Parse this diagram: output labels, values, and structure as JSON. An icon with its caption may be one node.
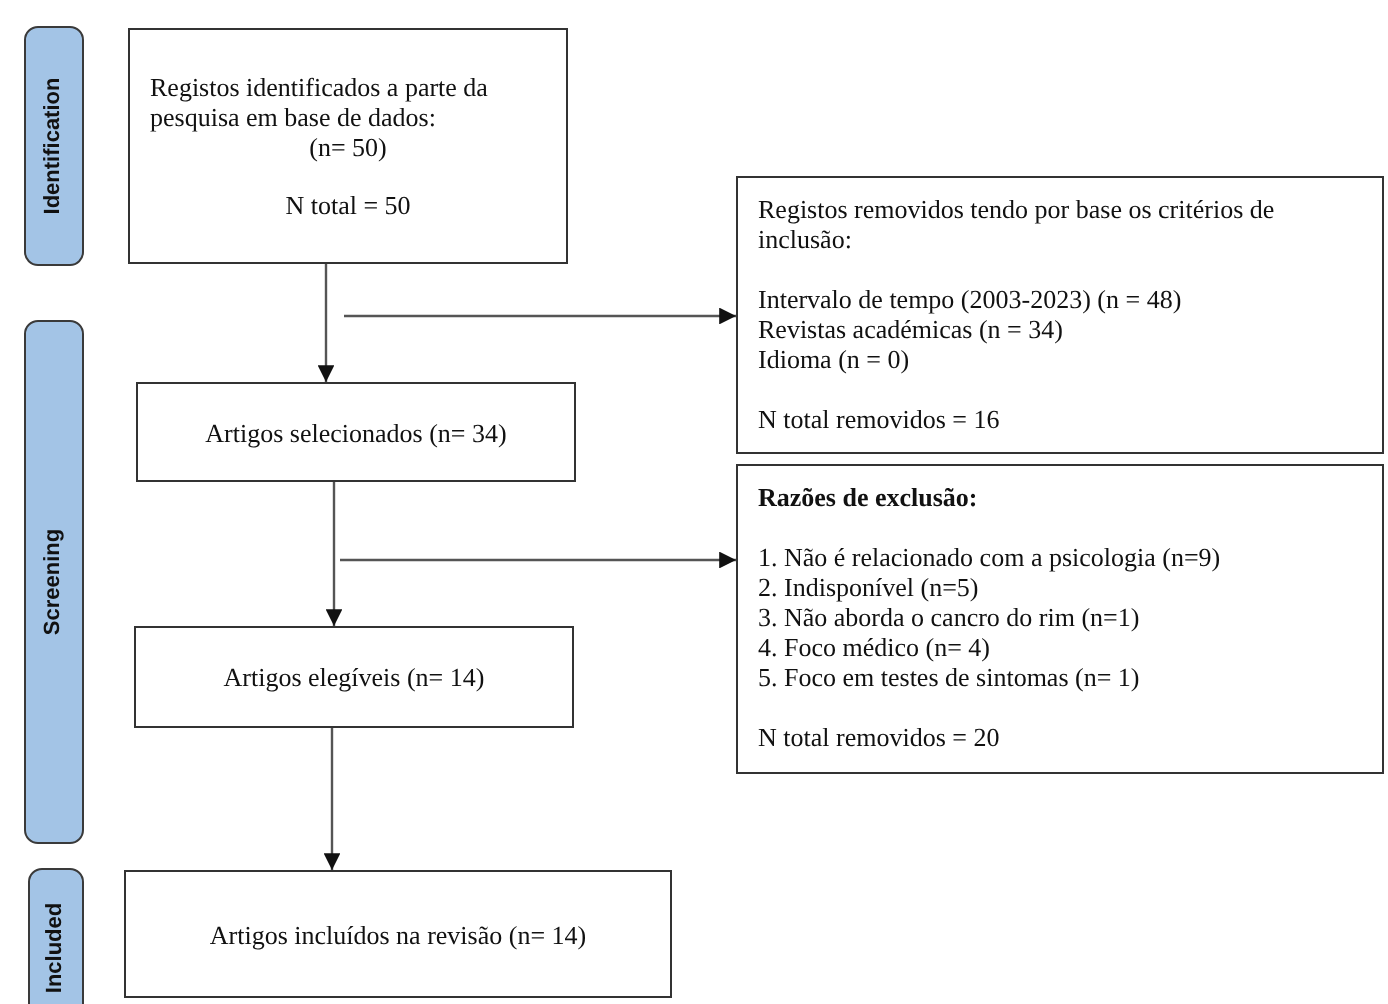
{
  "diagram": {
    "nodes": [
      {
        "text": [
          "Identification"
        ]
      },
      {
        "text": [
          "Registos identificados a parte da pesquisa em base de dados:",
          "(n= 50)",
          "N total = 50"
        ]
      },
      {
        "text": [
          "Screening"
        ]
      },
      {
        "text": [
          "Artigos selecionados (n= 34)"
        ]
      },
      {
        "text": [
          "Registos removidos tendo por base os critérios de inclusão:",
          "Intervalo de tempo (2003-2023) (n = 48)",
          "Revistas académicas (n = 34)",
          "Idioma (n = 0)",
          "N total removidos = 16"
        ]
      },
      {
        "text": [
          "Artigos elegíveis (n= 14)"
        ]
      },
      {
        "text": [
          "Razões de exclusão:",
          "1. Não é relacionado com a psicologia (n=9)",
          "2. Indisponível (n=5)",
          "3. Não aborda o cancro do rim (n=1)",
          "4. Foco médico (n= 4)",
          "5. Foco em testes de sintomas (n= 1)",
          "N total removidos = 20"
        ]
      },
      {
        "text": [
          "Included"
        ]
      },
      {
        "text": [
          "Artigos incluídos na revisão (n= 14)"
        ]
      }
    ],
    "edges": [
      {
        "from": 1,
        "to": 3,
        "arrow": "to"
      },
      {
        "from": null,
        "to": 4,
        "arrow": "to"
      },
      {
        "from": 3,
        "to": 5,
        "arrow": "to"
      },
      {
        "from": null,
        "to": 6,
        "arrow": "to"
      },
      {
        "from": 5,
        "to": 8,
        "arrow": "to"
      }
    ]
  }
}
